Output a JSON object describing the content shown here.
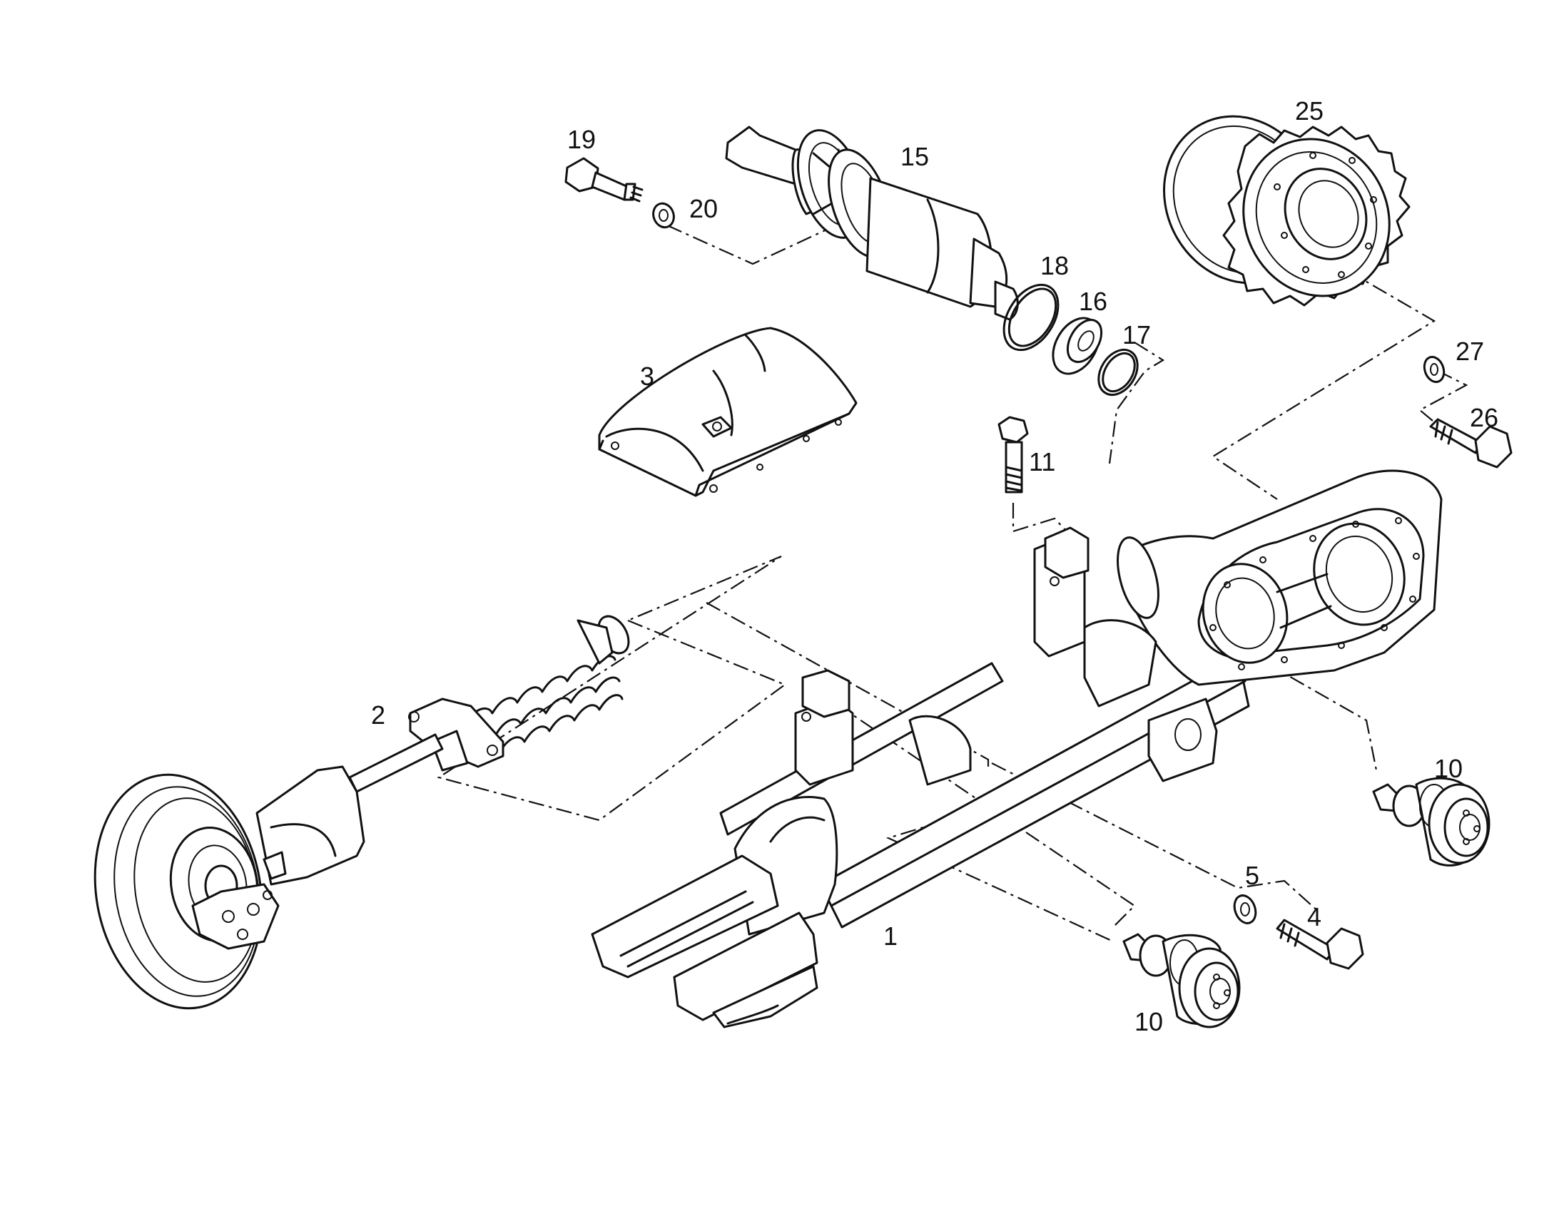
{
  "labels": {
    "l1": "1",
    "l2": "2",
    "l3": "3",
    "l4": "4",
    "l5": "5",
    "l10a": "10",
    "l10b": "10",
    "l11": "11",
    "l15": "15",
    "l16": "16",
    "l17": "17",
    "l18": "18",
    "l19": "19",
    "l20": "20",
    "l25": "25",
    "l26": "26",
    "l27": "27"
  },
  "colors": {
    "ink": "#111111",
    "background": "#ffffff"
  }
}
